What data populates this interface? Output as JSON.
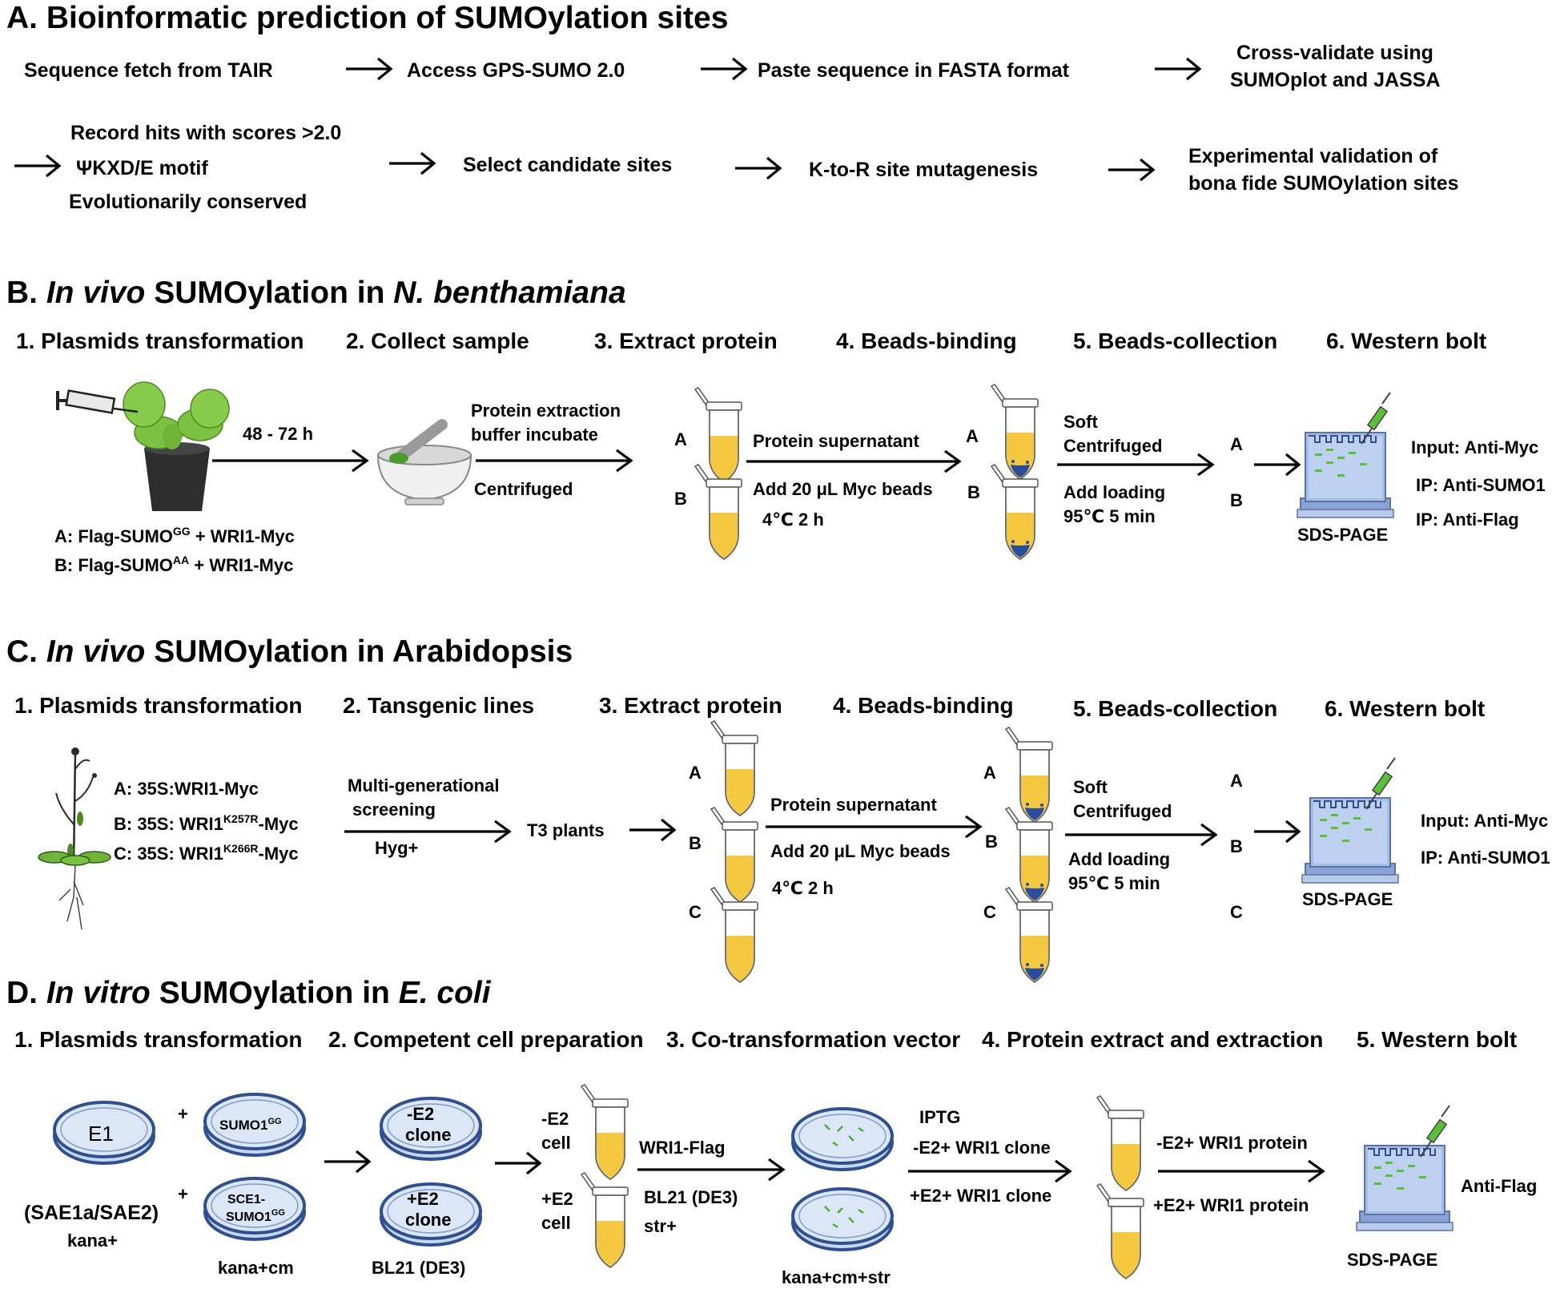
{
  "colors": {
    "liquid": "#f5c842",
    "pellet": "#2a4d9e",
    "dish": "#c9d8f2",
    "gel": "#a6bde6",
    "leaf": "#7cc242"
  },
  "sectionA": {
    "title": "A. Bioinformatic prediction of SUMOylation sites",
    "row1": [
      "Sequence fetch from TAIR",
      "Access GPS-SUMO 2.0",
      "Paste sequence in FASTA format"
    ],
    "crossval": [
      "Cross-validate using",
      "SUMOplot and JASSA"
    ],
    "record": [
      "Record hits with scores >2.0",
      "ΨKXD/E motif",
      "Evolutionarily conserved"
    ],
    "select": "Select candidate sites",
    "mutagenesis": "K-to-R site mutagenesis",
    "validation": [
      "Experimental validation of",
      "bona fide SUMOylation sites"
    ]
  },
  "sectionB": {
    "title_prefix": "B. ",
    "title_italic": "In vivo",
    "title_mid": " SUMOylation in ",
    "title_italic2": "N. benthamiana",
    "steps": [
      "1. Plasmids transformation",
      "2. Collect sample",
      "3. Extract protein",
      "4. Beads-binding",
      "5. Beads-collection",
      "6. Western bolt"
    ],
    "time": "48 - 72 h",
    "constructA": {
      "pre": "A: Flag-SUMO",
      "sup": "GG",
      "post": " + WRI1-Myc"
    },
    "constructB": {
      "pre": "B: Flag-SUMO",
      "sup": "AA",
      "post": " + WRI1-Myc"
    },
    "extraction": [
      "Protein extraction",
      "buffer incubate"
    ],
    "centrifuged": "Centrifuged",
    "supernatant": "Protein supernatant",
    "beads": "Add 20 μL Myc beads",
    "temp": "4℃ 2 h",
    "soft": [
      "Soft",
      "Centrifuged"
    ],
    "loading": [
      "Add loading",
      "95℃ 5 min"
    ],
    "sds": "SDS-PAGE",
    "antibodies": [
      "Input: Anti-Myc",
      "IP: Anti-SUMO1",
      "IP: Anti-Flag"
    ],
    "tube_labels": [
      "A",
      "B"
    ]
  },
  "sectionC": {
    "title_prefix": "C. ",
    "title_italic": "In vivo",
    "title_mid": " SUMOylation in Arabidopsis",
    "steps": [
      "1. Plasmids transformation",
      "2. Tansgenic lines",
      "3. Extract protein",
      "4. Beads-binding",
      "5. Beads-collection",
      "6. Western bolt"
    ],
    "constructA": "A: 35S:WRI1-Myc",
    "constructB": {
      "pre": "B: 35S: WRI1",
      "sup": "K257R",
      "post": "-Myc"
    },
    "constructC": {
      "pre": "C: 35S: WRI1",
      "sup": "K266R",
      "post": "-Myc"
    },
    "screening": [
      "Multi-generational",
      "screening"
    ],
    "hyg": "Hyg+",
    "t3": "T3 plants",
    "supernatant": "Protein supernatant",
    "beads": "Add 20 μL Myc beads",
    "temp": "4℃ 2 h",
    "soft": [
      "Soft",
      "Centrifuged"
    ],
    "loading": [
      "Add loading",
      "95℃ 5 min"
    ],
    "sds": "SDS-PAGE",
    "antibodies": [
      "Input: Anti-Myc",
      "IP: Anti-SUMO1"
    ],
    "tube_labels": [
      "A",
      "B",
      "C"
    ]
  },
  "sectionD": {
    "title_prefix": "D. ",
    "title_italic": "In vitro",
    "title_mid": " SUMOylation in ",
    "title_italic2": "E. coli",
    "steps": [
      "1. Plasmids transformation",
      "2. Competent cell preparation",
      "3. Co-transformation vector",
      "4. Protein extract and extraction",
      "5. Western bolt"
    ],
    "e1": "E1",
    "sae": "(SAE1a/SAE2)",
    "kana": "kana+",
    "plus": "+",
    "sumo1": {
      "pre": "SUMO1",
      "sup": "GG"
    },
    "sce1": {
      "line1": "SCE1-",
      "pre": "SUMO1",
      "sup": "GG"
    },
    "kanacm": "kana+cm",
    "e2minus": [
      "-E2",
      "clone"
    ],
    "e2plus": [
      "+E2",
      "clone"
    ],
    "bl21": "BL21 (DE3)",
    "cellminus": [
      "-E2",
      "cell"
    ],
    "cellplus": [
      "+E2",
      "cell"
    ],
    "wri1flag": "WRI1-Flag",
    "bl21b": "BL21 (DE3)",
    "str": "str+",
    "kanacmstr": "kana+cm+str",
    "iptg": "IPTG",
    "clone_minus": "-E2+ WRI1 clone",
    "clone_plus": "+E2+ WRI1 clone",
    "protein_minus": "-E2+ WRI1 protein",
    "protein_plus": "+E2+ WRI1 protein",
    "antiflag": "Anti-Flag",
    "sds": "SDS-PAGE"
  }
}
